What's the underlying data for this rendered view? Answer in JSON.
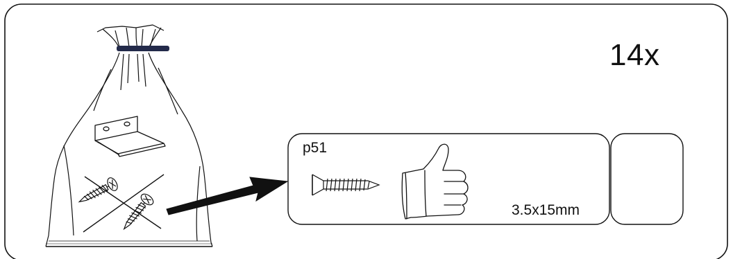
{
  "quantity": "14x",
  "part": {
    "code": "p51",
    "size": "3.5x15mm"
  },
  "icons": {
    "bag": "hardware-bag-icon",
    "bracket": "bracket-icon",
    "screws_crossed": "crossed-screws-icon",
    "arrow": "arrow-right-icon",
    "screw": "screw-icon",
    "thumbs_up": "thumbs-up-icon"
  },
  "colors": {
    "line": "#111111",
    "bag_tie": "#232a4a",
    "background": "#ffffff"
  }
}
